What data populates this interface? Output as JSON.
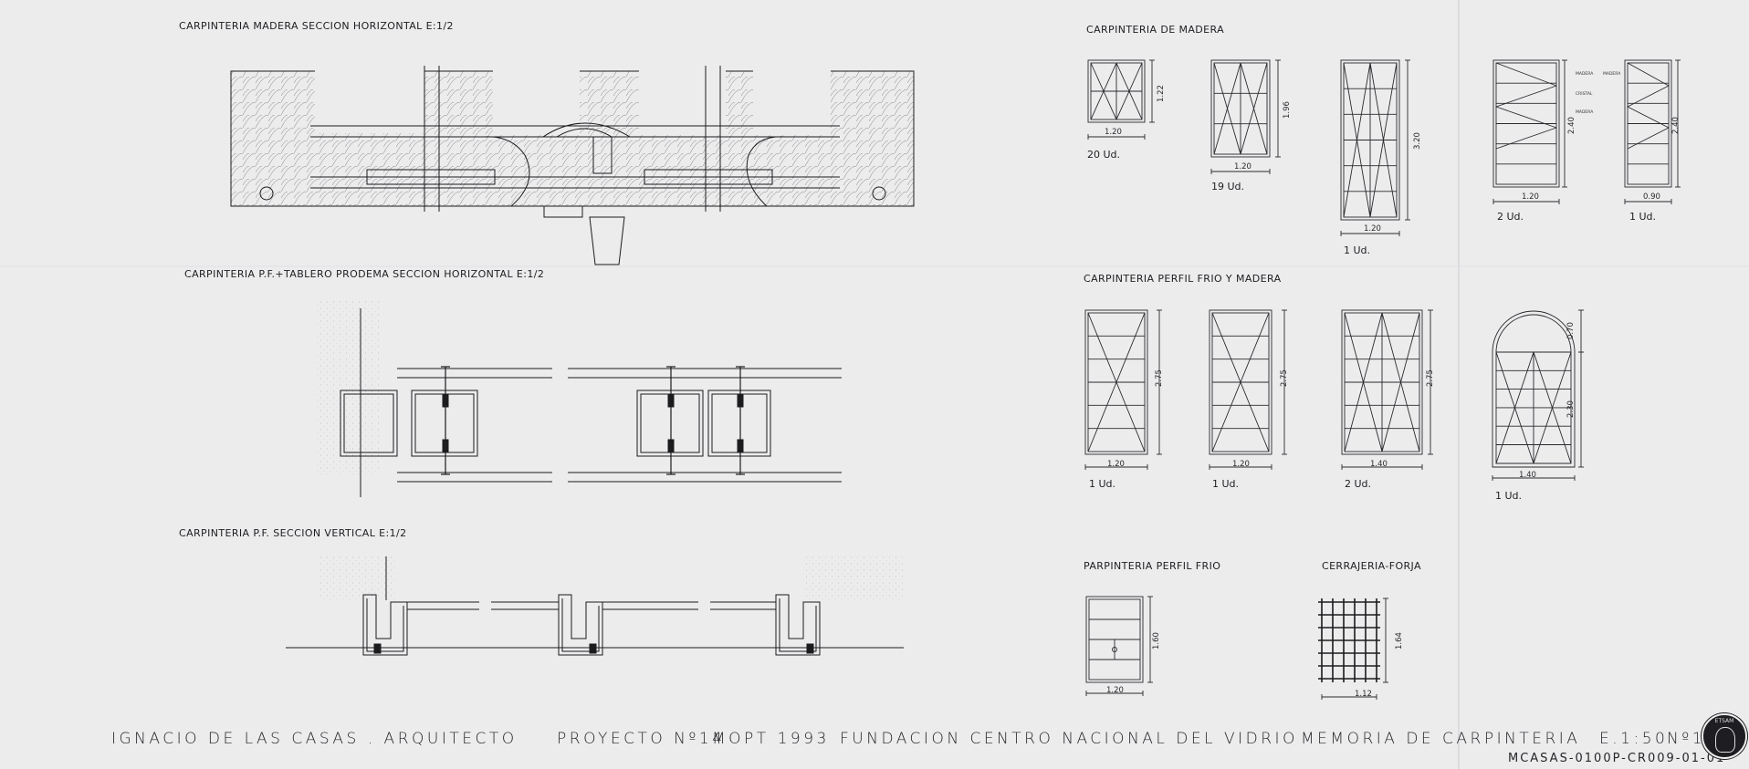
{
  "sections": {
    "madera_horizontal": "CARPINTERIA MADERA SECCION HORIZONTAL E:1/2",
    "pf_tablero": "CARPINTERIA P.F.+TABLERO PRODEMA SECCION HORIZONTAL E:1/2",
    "pf_vertical": "CARPINTERIA P.F. SECCION VERTICAL E:1/2",
    "carp_madera": "CARPINTERIA DE MADERA",
    "carp_perfil_madera": "CARPINTERIA PERFIL FRIO Y MADERA",
    "carp_perfil_frio": "PARPINTERIA PERFIL FRIO",
    "cerrajeria": "CERRAJERIA-FORJA"
  },
  "madera_units": [
    {
      "width": "1.20",
      "height": "1.22",
      "qty": "20 Ud."
    },
    {
      "width": "1.20",
      "height": "1.96",
      "qty": "19 Ud."
    },
    {
      "width": "1.20",
      "height": "3.20",
      "qty": "1 Ud."
    },
    {
      "width": "1.20",
      "height": "2.40",
      "qty": "2 Ud."
    },
    {
      "width": "0.90",
      "height": "2.40",
      "qty": "1 Ud."
    }
  ],
  "material_notes": [
    "MADERA",
    "CRISTAL",
    "MADERA",
    "MADERA"
  ],
  "perfil_madera_units": [
    {
      "width": "1.20",
      "height": "2.75",
      "qty": "1 Ud."
    },
    {
      "width": "1.20",
      "height": "2.75",
      "qty": "1 Ud."
    },
    {
      "width": "1.40",
      "height": "2.75",
      "qty": "2 Ud."
    },
    {
      "width": "1.40",
      "height": "2.30",
      "height_top": "0.70",
      "qty": "1 Ud."
    }
  ],
  "perfil_frio_unit": {
    "width": "1.20",
    "height": "1.60"
  },
  "forja_unit": {
    "width": "1.12",
    "height": "1.64"
  },
  "title_block": {
    "architect": "IGNACIO DE LAS CASAS . ARQUITECTO",
    "project": "PROYECTO Nº14",
    "client": "MOPT 1993",
    "building": "FUNDACION CENTRO NACIONAL DEL VIDRIO",
    "document": "MEMORIA DE CARPINTERIA",
    "scale": "E.1:50",
    "number": "Nº18",
    "code": "MCASAS-0100P-CR009-01-01",
    "stamp": "ETSAM"
  },
  "colors": {
    "paper": "#ececed",
    "ink": "#1c1c1e"
  }
}
